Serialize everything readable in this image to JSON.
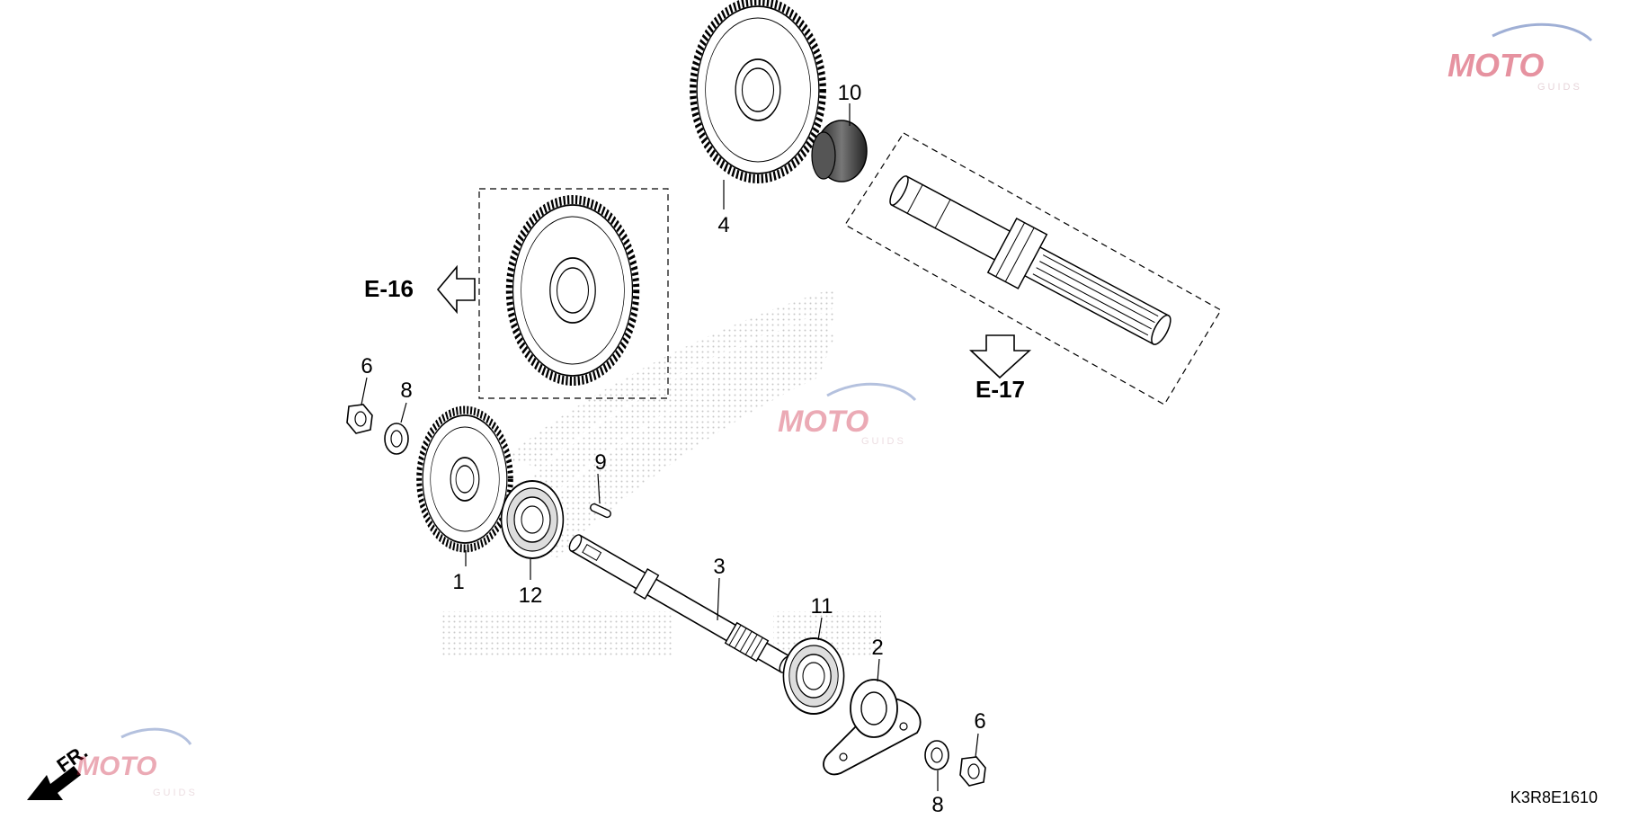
{
  "diagram": {
    "diagram_code": "K3R8E1610",
    "direction_label": "FR.",
    "references": [
      {
        "id": "ref-e16",
        "text": "E-16"
      },
      {
        "id": "ref-e17",
        "text": "E-17"
      }
    ],
    "callouts": [
      "1",
      "2",
      "3",
      "4",
      "6",
      "6",
      "8",
      "8",
      "9",
      "10",
      "11",
      "12"
    ],
    "watermark": {
      "mark": "MOTO",
      "sub": "GUIDS"
    }
  },
  "colors": {
    "line": "#000000",
    "watermark_red": "#c8102e",
    "watermark_blue": "#2c4fa3",
    "stipple": "#9a9a9a"
  }
}
